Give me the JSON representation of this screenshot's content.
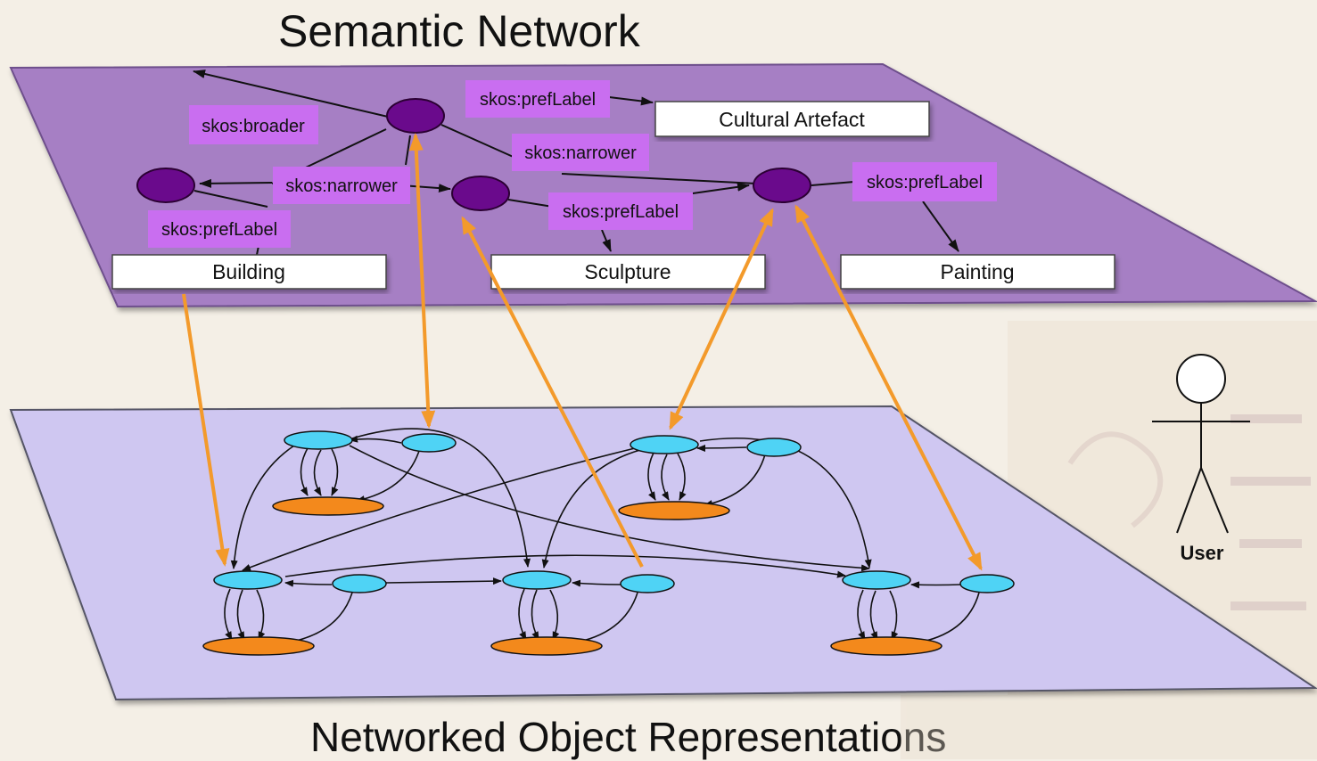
{
  "titles": {
    "top": "Semantic Network",
    "bottom": "Networked Object Representations"
  },
  "semantic_layer": {
    "relation_labels": {
      "broader": "skos:broader",
      "narrower_left": "skos:narrower",
      "narrower_right": "skos:narrower",
      "preflabel_top": "skos:prefLabel",
      "preflabel_left": "skos:prefLabel",
      "preflabel_middle": "skos:prefLabel",
      "preflabel_right": "skos:prefLabel"
    },
    "concept_labels": {
      "cultural_artefact": "Cultural Artefact",
      "building": "Building",
      "sculpture": "Sculpture",
      "painting": "Painting"
    }
  },
  "actor": {
    "label": "User"
  },
  "colors": {
    "semantic_plane": "#a67fc4",
    "semantic_plane_edge": "#7b5a96",
    "object_plane": "#cfc7f1",
    "object_plane_edge": "#666677",
    "concept_node": "#6a0a8c",
    "relation_label_bg": "#c96ef0",
    "object_node": "#4fd3f5",
    "literal_node": "#f3891c",
    "link_arrow": "#f39a2b",
    "edge": "#111111"
  }
}
